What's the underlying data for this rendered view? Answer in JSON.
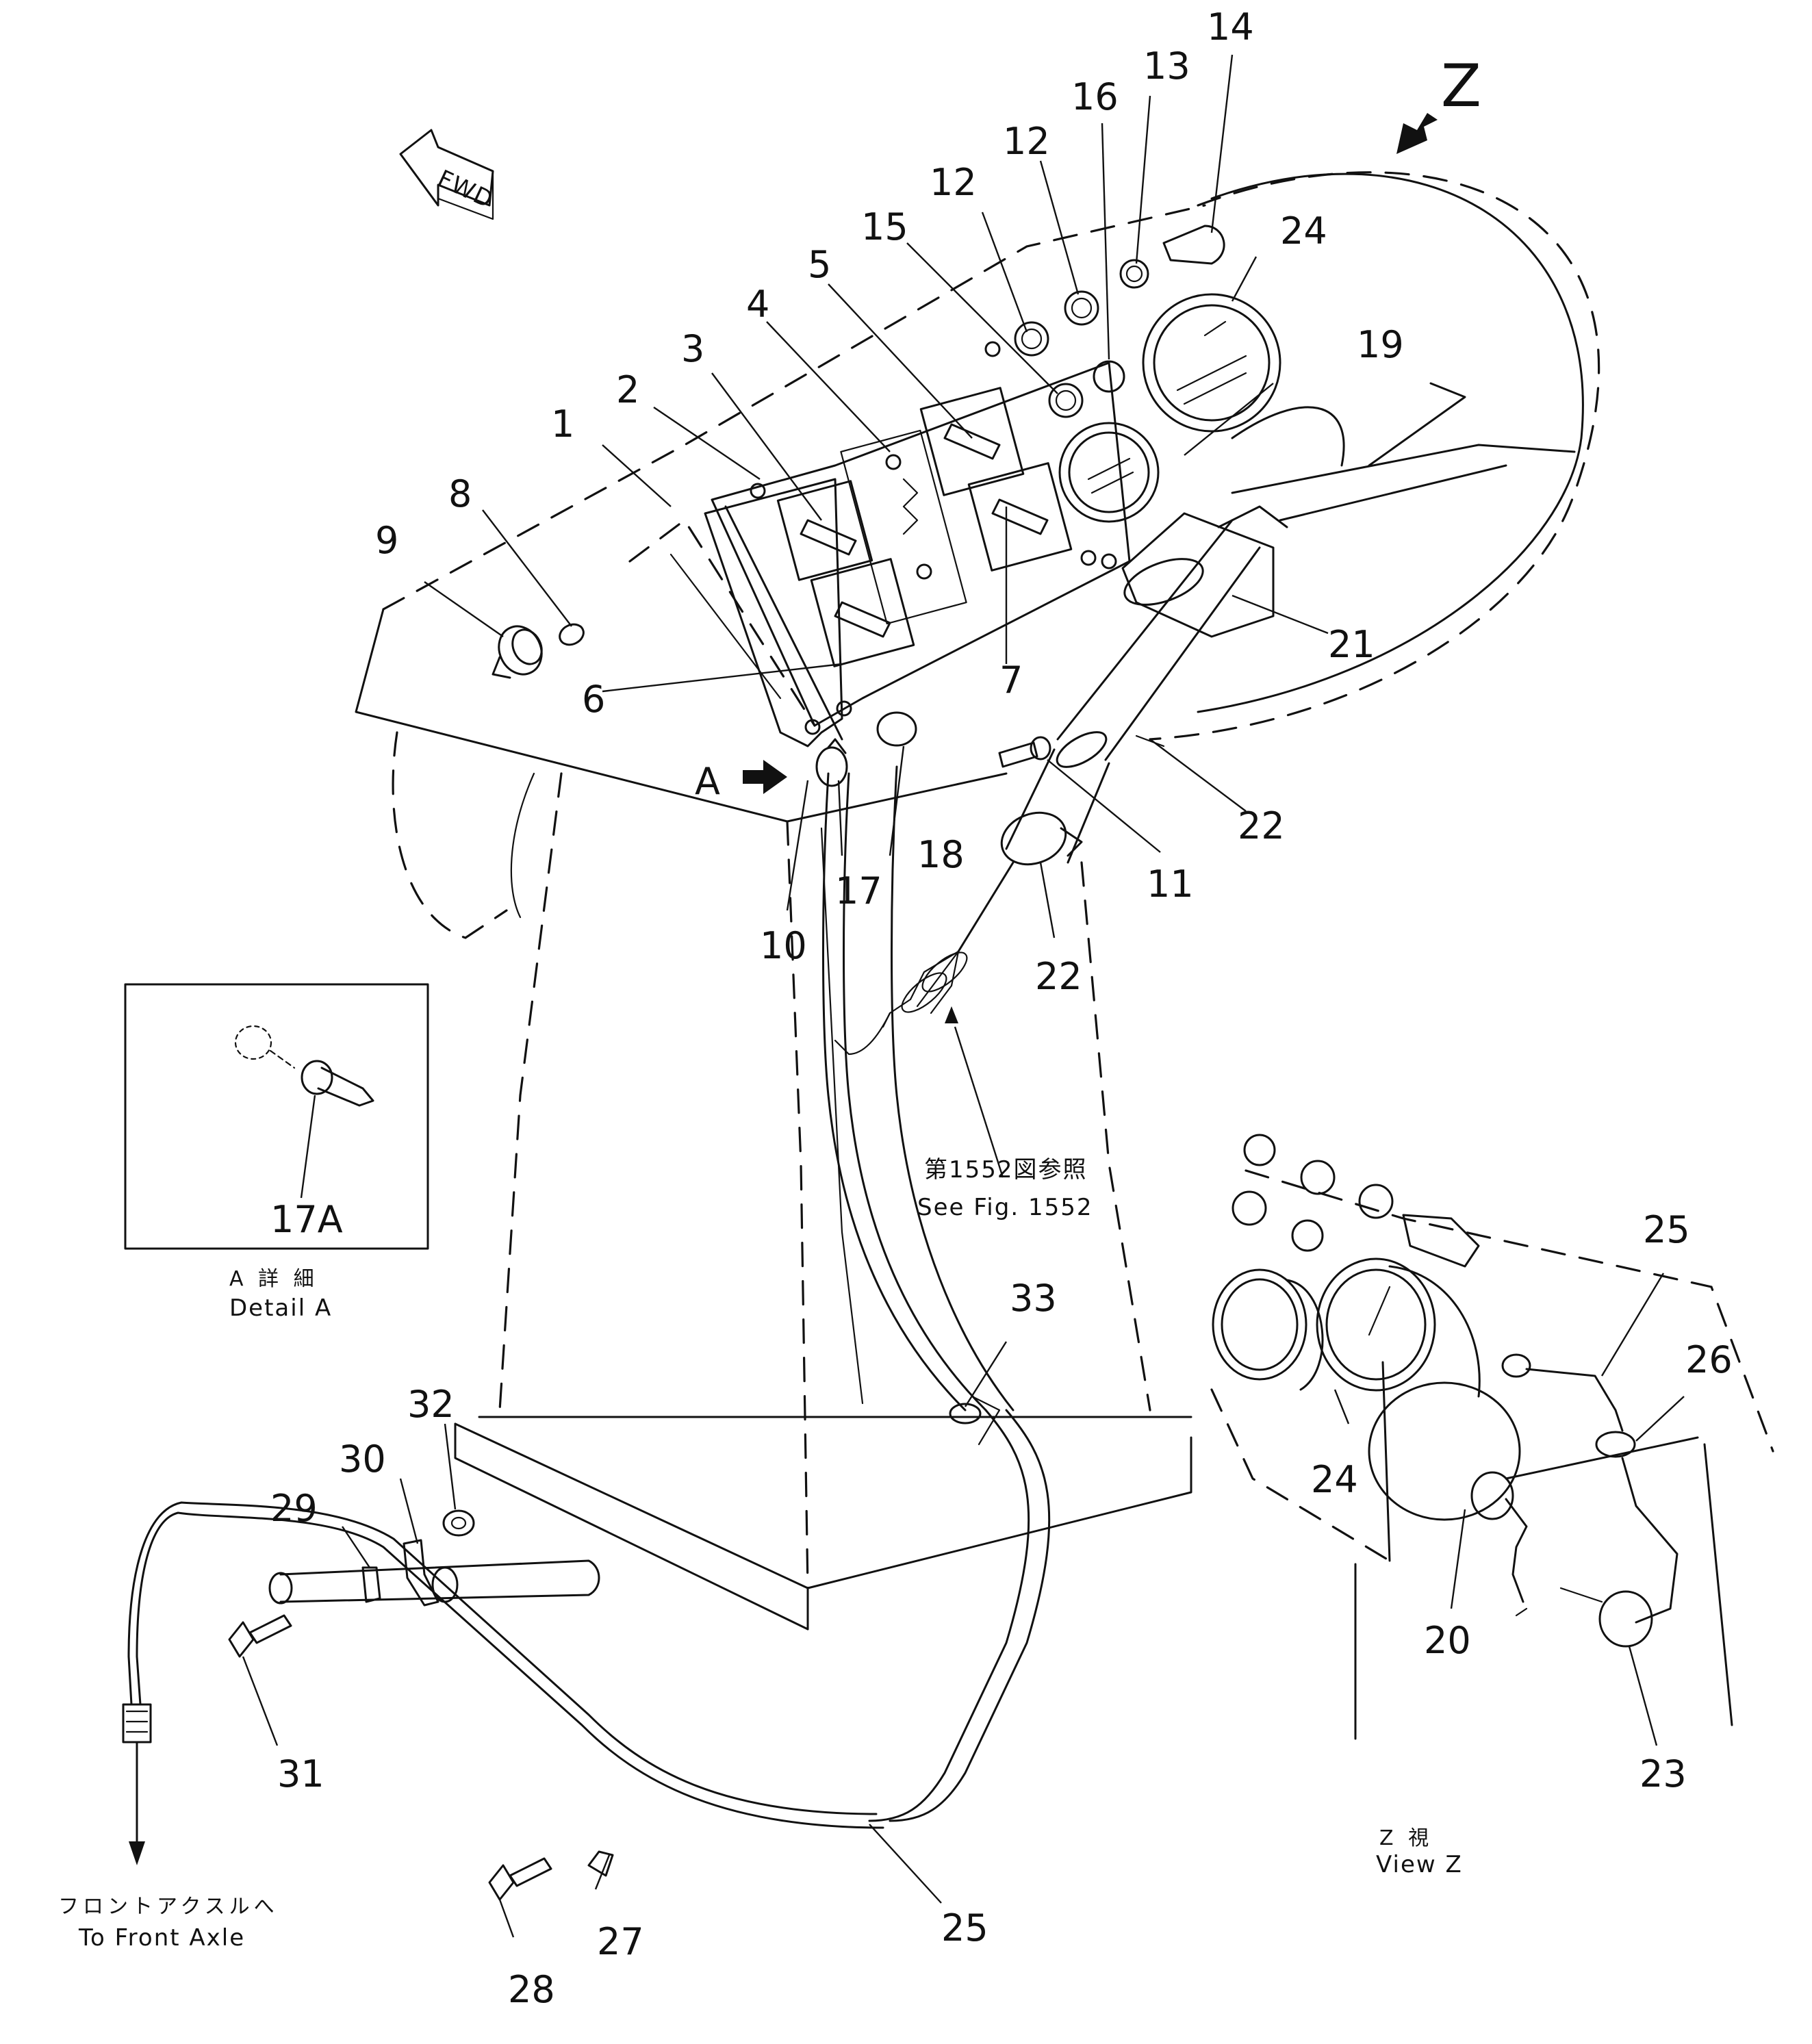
{
  "labels": {
    "p1": "1",
    "p2": "2",
    "p3": "3",
    "p4": "4",
    "p5": "5",
    "p6": "6",
    "p7": "7",
    "p8": "8",
    "p9": "9",
    "p10": "10",
    "p11": "11",
    "p12a": "12",
    "p12b": "12",
    "p13": "13",
    "p14": "14",
    "p15": "15",
    "p16": "16",
    "p17": "17",
    "p17a": "17A",
    "p18": "18",
    "p19": "19",
    "p20": "20",
    "p21": "21",
    "p22a": "22",
    "p22b": "22",
    "p23": "23",
    "p24a": "24",
    "p24b": "24",
    "p25a": "25",
    "p25b": "25",
    "p26": "26",
    "p27": "27",
    "p28": "28",
    "p29": "29",
    "p30": "30",
    "p31": "31",
    "p32": "32",
    "p33": "33"
  },
  "markers": {
    "fwd": "FWD",
    "view_letter": "Z",
    "arrow_a": "A"
  },
  "captions": {
    "see_fig_jp": "第1552図参照",
    "see_fig_en": "See Fig. 1552",
    "detail_jp": "A 詳 細",
    "detail_en": "Detail A",
    "view_jp": "Z 視",
    "view_en": "View Z",
    "front_axle_jp": "フロントアクスルへ",
    "front_axle_en": "To Front Axle"
  }
}
